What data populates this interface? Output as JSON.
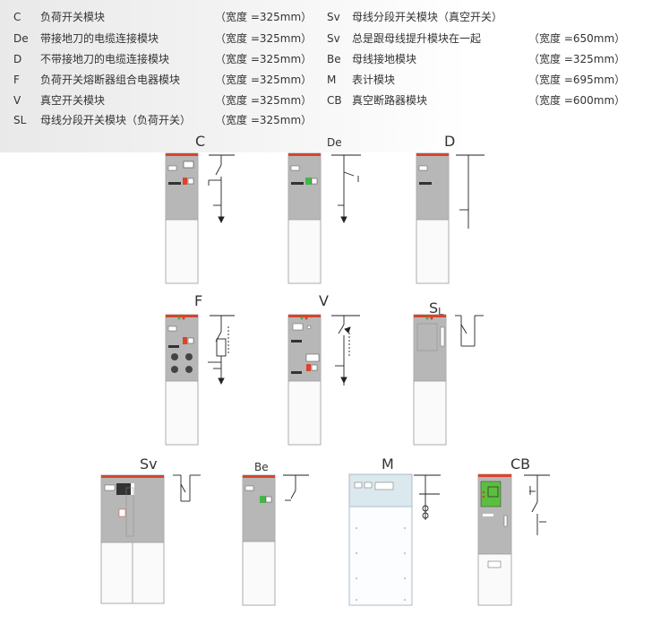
{
  "legend": {
    "left": [
      {
        "code": "C",
        "desc": "负荷开关模块",
        "width": "（宽度 =325mm）"
      },
      {
        "code": "De",
        "desc": "带接地刀的电缆连接模块",
        "width": "（宽度 =325mm）"
      },
      {
        "code": "D",
        "desc": "不带接地刀的电缆连接模块",
        "width": "（宽度 =325mm）"
      },
      {
        "code": "F",
        "desc": "负荷开关熔断器组合电器模块",
        "width": "（宽度 =325mm）"
      },
      {
        "code": "V",
        "desc": "真空开关模块",
        "width": "（宽度 =325mm）"
      },
      {
        "code": "SL",
        "desc": "母线分段开关模块（负荷开关）",
        "width": "（宽度 =325mm）"
      }
    ],
    "right": [
      {
        "code": "Sv",
        "desc": "母线分段开关模块（真空开关）",
        "width": ""
      },
      {
        "code": "Sv",
        "desc": "总是跟母线提升模块在一起",
        "width": "（宽度 =650mm）"
      },
      {
        "code": "Be",
        "desc": "母线接地模块",
        "width": "（宽度 =325mm）"
      },
      {
        "code": "M",
        "desc": "表计模块",
        "width": "（宽度 =695mm）"
      },
      {
        "code": "CB",
        "desc": "真空断路器模块",
        "width": "（宽度 =600mm）"
      }
    ]
  },
  "modules": {
    "C": "C",
    "De": "De",
    "D": "D",
    "F": "F",
    "V": "V",
    "SL_main": "S",
    "SL_sub": "L",
    "Sv": "Sv",
    "Be": "Be",
    "M": "M",
    "CB": "CB"
  },
  "colors": {
    "accent": "#d9442a",
    "panel": "#b0b0b0",
    "door": "#f7f7f7",
    "green": "#44b54a",
    "teal": "#dbe9ee"
  }
}
